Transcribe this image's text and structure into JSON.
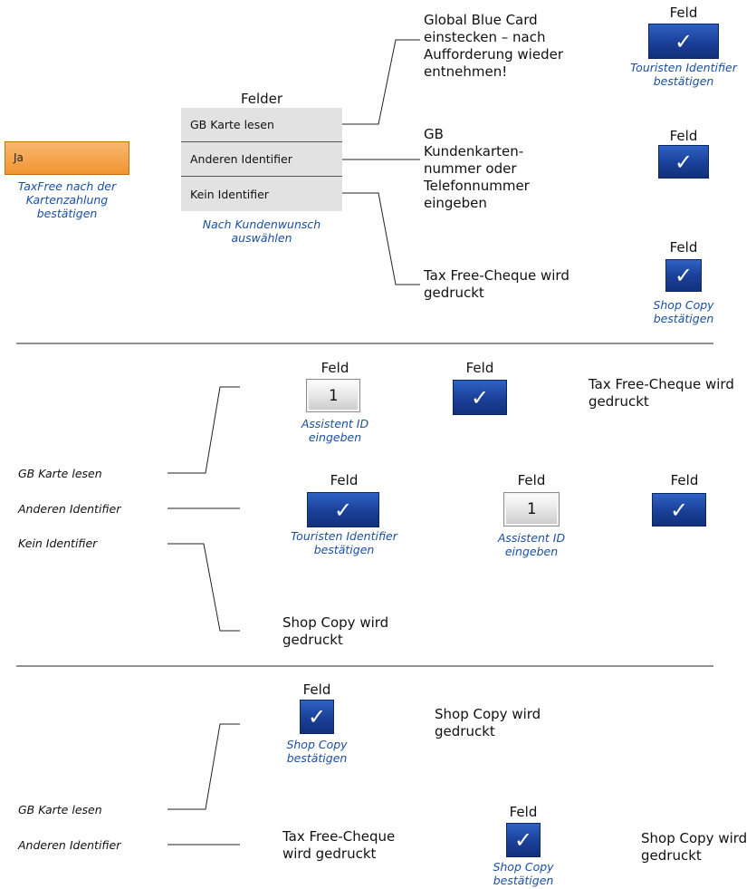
{
  "section1": {
    "ja_button": "Ja",
    "ja_caption": "TaxFree nach der Kartenzahlung bestätigen",
    "felder_title": "Felder",
    "options": [
      "GB Karte lesen",
      "Anderen Identifier",
      "Kein Identifier"
    ],
    "options_caption": "Nach Kundenwunsch auswählen",
    "step_insert_card": "Global Blue Card einstecken – nach Aufforderung wieder entnehmen!",
    "step_enter_number": "GB Kundenkarten-nummer oder Telefonnummer eingeben",
    "step_cheque_printed": "Tax Free-Cheque wird gedruckt",
    "feld1_title": "Feld",
    "feld1_caption": "Touristen Identifier bestätigen",
    "feld2_title": "Feld",
    "feld3_title": "Feld",
    "feld3_caption": "Shop Copy bestätigen"
  },
  "section2": {
    "labels": [
      "GB Karte lesen",
      "Anderen Identifier",
      "Kein Identifier"
    ],
    "row1_feld_a": "Feld",
    "row1_input_value": "1",
    "row1_input_caption": "Assistent ID eingeben",
    "row1_feld_b": "Feld",
    "row1_result": "Tax Free-Cheque wird gedruckt",
    "row2_feld_a": "Feld",
    "row2_caption_a": "Touristen Identifier bestätigen",
    "row2_feld_b": "Feld",
    "row2_input_value": "1",
    "row2_input_caption": "Assistent ID eingeben",
    "row2_feld_c": "Feld",
    "row3_result": "Shop Copy wird gedruckt"
  },
  "section3": {
    "labels": [
      "GB Karte lesen",
      "Anderen Identifier"
    ],
    "row1_feld": "Feld",
    "row1_caption": "Shop Copy bestätigen",
    "row1_result": "Shop Copy wird gedruckt",
    "row2_text": "Tax Free-Cheque wird gedruckt",
    "row2_feld": "Feld",
    "row2_caption": "Shop Copy bestätigen",
    "row2_result": "Shop Copy wird gedruckt"
  },
  "icons": {
    "check": "✓"
  },
  "colors": {
    "check_button": "#1a3f97",
    "caption_blue": "#1a4fa0",
    "orange_button": "#f0952f",
    "option_bg": "#e2e2e2"
  }
}
